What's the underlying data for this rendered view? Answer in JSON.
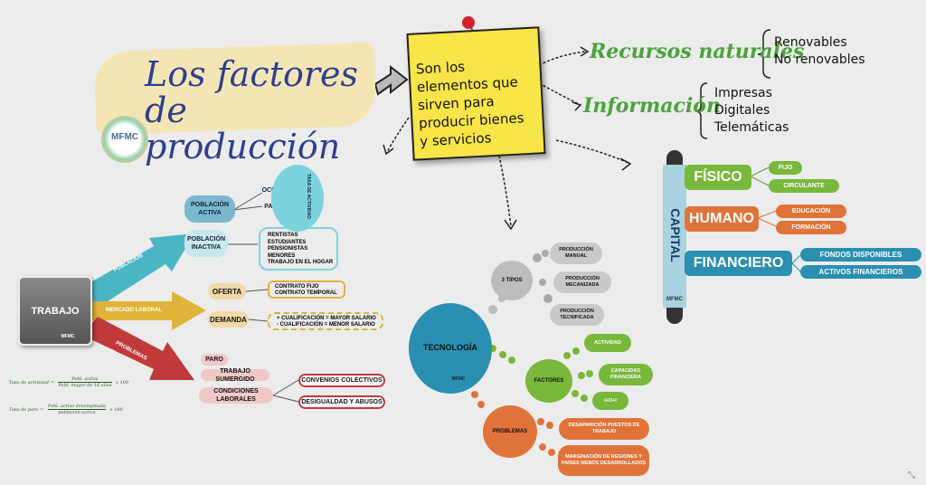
{
  "title": {
    "line1": "Los factores",
    "line2": "de producción"
  },
  "logo": "MFMC",
  "note": {
    "text": "Son los elementos que sirven para producir bienes y servicios"
  },
  "recursos": {
    "title": "Recursos naturales",
    "items": [
      "Renovables",
      "No renovables"
    ]
  },
  "informacion": {
    "title": "Información",
    "items": [
      "Impresas",
      "Digitales",
      "Telemáticas"
    ]
  },
  "capital": {
    "label": "CAPITAL",
    "watermark": "MFMC",
    "fisico": {
      "label": "FÍSICO",
      "items": [
        "FIJO",
        "CIRCULANTE"
      ]
    },
    "humano": {
      "label": "HUMANO",
      "items": [
        "EDUCACIÓN",
        "FORMACIÓN"
      ]
    },
    "financiero": {
      "label": "FINANCIERO",
      "items": [
        "FONDOS DISPONIBLES",
        "ACTIVOS FINANCIEROS"
      ]
    }
  },
  "trabajo": {
    "label": "TRABAJO",
    "watermark": "MFMC",
    "arrows": {
      "poblacion": "POBLACIÓN",
      "mercado": "MERCADO LABORAL",
      "problemas": "PROBLEMAS"
    },
    "poblacion_activa": "POBLACIÓN ACTIVA",
    "ocupada": "OCUPADA",
    "parada": "PARADA",
    "tasa": "TASA DE ACTIVIDAD",
    "poblacion_inactiva": "POBLACIÓN INACTIVA",
    "inactiva_list": [
      "RENTISTAS",
      "ESTUDIANTES",
      "PENSIONISTAS",
      "MENORES",
      "TRABAJO EN EL HOGAR"
    ],
    "oferta": "OFERTA",
    "contratos": [
      "CONTRATO FIJO",
      "CONTRATO TEMPORAL"
    ],
    "demanda": "DEMANDA",
    "salarios": [
      "+ CUALIFICACIÓN = MAYOR SALARIO",
      "- CUALIFICACIÓN = MENOR SALARIO"
    ],
    "paro": "PARO",
    "sumergido": "TRABAJO SUMERGIDO",
    "condiciones": "CONDICIONES LABORALES",
    "convenios": "CONVENIOS COLECTIVOS",
    "desigualdad": "DESIGUALDAD Y ABUSOS",
    "handwriting": {
      "tasa_actividad": "Tasa de actividad =",
      "tasa_actividad_num": "Pobl. activa",
      "tasa_actividad_den": "Pobl. mayor de 16 años",
      "tasa_actividad_x": "x 100",
      "tasa_paro": "Tasa de paro =",
      "tasa_paro_num": "Pobl. activa desempleada",
      "tasa_paro_den": "población activa",
      "tasa_paro_x": "x 100"
    }
  },
  "tecnologia": {
    "label": "TECNOLOGÍA",
    "watermark": "MFMC",
    "tipos": "3 TIPOS",
    "tipos_items": [
      "PRODUCCIÓN MANUAL",
      "PRODUCCIÓN MECANIZADA",
      "PRODUCCIÓN TECNIFICADA"
    ],
    "factores": "FACTORES",
    "factores_items": [
      "ACTIVIDAD",
      "CAPACIDAD FINANCIERA",
      "I+D+I"
    ],
    "problemas": "PROBLEMAS",
    "problemas_items": [
      "DESAPARICIÓN PUESTOS DE TRABAJO",
      "MARGINACIÓN DE REGIONES Y PAÍSES MENOS DESARROLLADOS"
    ]
  },
  "colors": {
    "green": "#4aa33a",
    "blue": "#2f3f8f",
    "sticky": "#f8e548",
    "orange": "#e0733a",
    "teal": "#2a8fb0"
  }
}
